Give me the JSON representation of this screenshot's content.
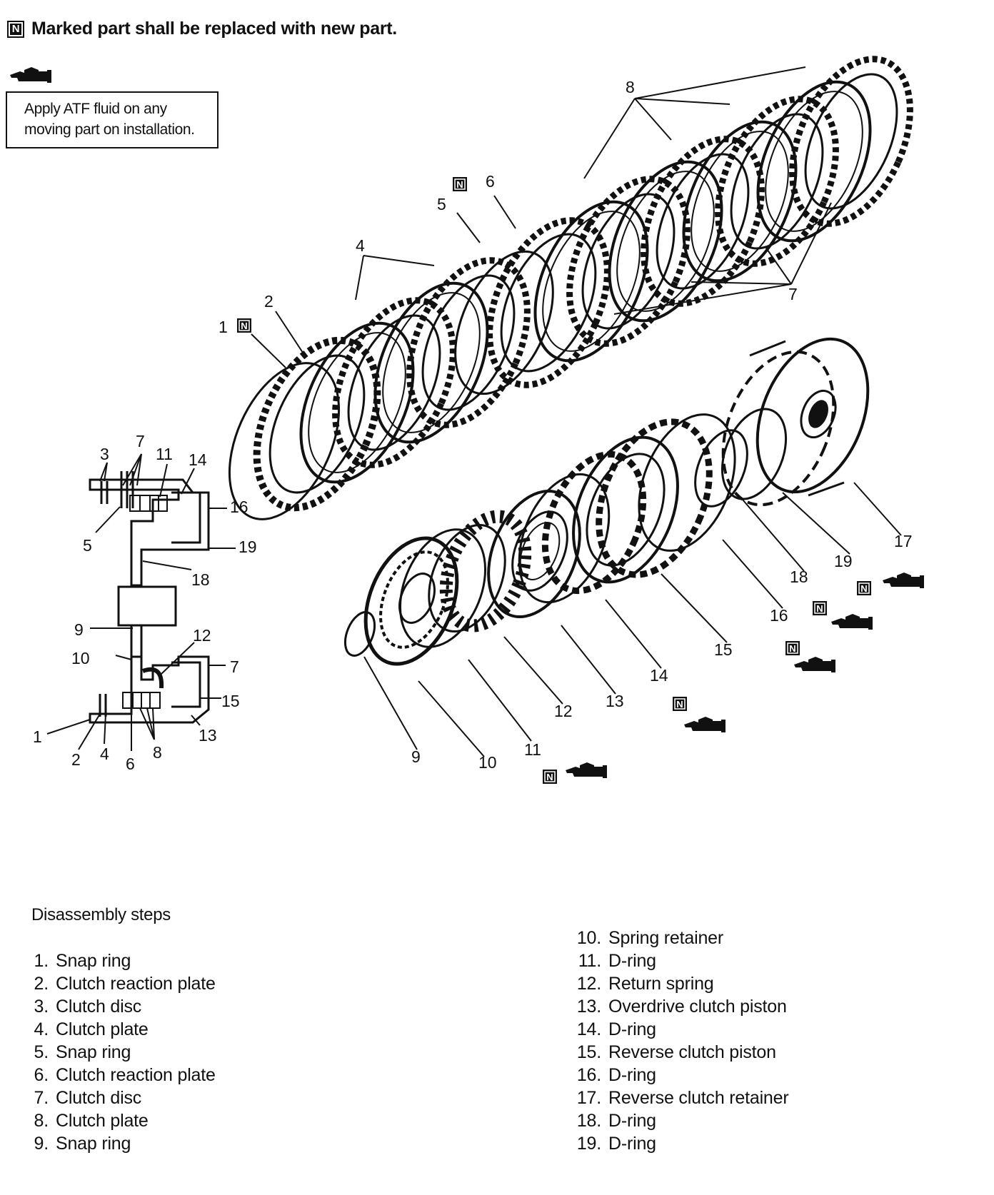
{
  "notice": {
    "badge": "N",
    "text": "Marked part shall be replaced with new part."
  },
  "atf_note": {
    "icon": "oil-can-icon",
    "lines": [
      "Apply ATF fluid on any",
      "moving part on installation."
    ]
  },
  "badge_letter": "N",
  "callouts": {
    "main": [
      "1",
      "2",
      "4",
      "5",
      "6",
      "8",
      "7",
      "17",
      "19",
      "18",
      "16",
      "15",
      "14",
      "13",
      "12",
      "11",
      "10",
      "9"
    ],
    "inset": [
      "3",
      "7",
      "11",
      "14",
      "16",
      "5",
      "19",
      "18",
      "9",
      "12",
      "10",
      "7",
      "15",
      "1",
      "2",
      "4",
      "6",
      "8",
      "13"
    ]
  },
  "disassembly": {
    "title": "Disassembly steps",
    "steps": [
      {
        "num": "1.",
        "label": "Snap ring"
      },
      {
        "num": "2.",
        "label": "Clutch reaction plate"
      },
      {
        "num": "3.",
        "label": "Clutch disc"
      },
      {
        "num": "4.",
        "label": "Clutch plate"
      },
      {
        "num": "5.",
        "label": "Snap ring"
      },
      {
        "num": "6.",
        "label": "Clutch reaction plate"
      },
      {
        "num": "7.",
        "label": "Clutch disc"
      },
      {
        "num": "8.",
        "label": "Clutch plate"
      },
      {
        "num": "9.",
        "label": "Snap ring"
      },
      {
        "num": "10.",
        "label": "Spring retainer"
      },
      {
        "num": "11.",
        "label": "D-ring"
      },
      {
        "num": "12.",
        "label": "Return spring"
      },
      {
        "num": "13.",
        "label": "Overdrive clutch piston"
      },
      {
        "num": "14.",
        "label": "D-ring"
      },
      {
        "num": "15.",
        "label": "Reverse clutch piston"
      },
      {
        "num": "16.",
        "label": "D-ring"
      },
      {
        "num": "17.",
        "label": "Reverse clutch retainer"
      },
      {
        "num": "18.",
        "label": "D-ring"
      },
      {
        "num": "19.",
        "label": "D-ring"
      }
    ]
  }
}
